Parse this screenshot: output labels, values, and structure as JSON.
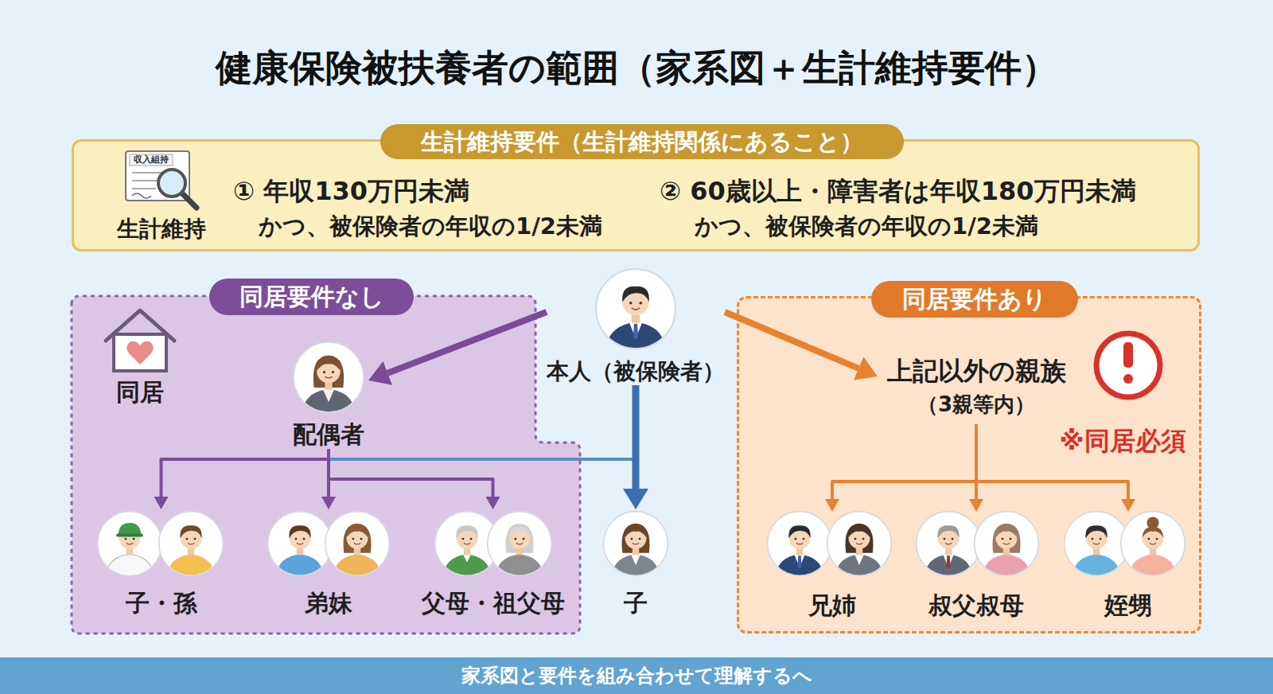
{
  "diagram": {
    "title": "健康保険被扶養者の範囲（家系図＋生計維持要件）",
    "caption": "家系図と要件を組み合わせて理解するへ",
    "nodes": [
      {
        "text": [
          "生計維持要件（生計維持関係にあること）",
          "生計維持",
          "① 年収130万円未満",
          "かつ、被保険者の年収の1/2未満",
          "② 60歳以上・障害者は年収180万円未満",
          "かつ、被保険者の年収の1/2未満"
        ]
      },
      {
        "text": [
          "同居要件なし",
          "同居"
        ]
      },
      {
        "text": [
          "配偶者"
        ],
        "in": 1
      },
      {
        "text": [
          "子・孫"
        ],
        "in": 1
      },
      {
        "text": [
          "弟妹"
        ],
        "in": 1
      },
      {
        "text": [
          "父母・祖父母"
        ],
        "in": 1
      },
      {
        "text": [
          "本人（被保険者）"
        ]
      },
      {
        "text": [
          "子"
        ]
      },
      {
        "text": [
          "同居要件あり",
          "※同居必須"
        ]
      },
      {
        "text": [
          "上記以外の親族",
          "（3親等内）"
        ],
        "in": 8
      },
      {
        "text": [
          "兄姉"
        ],
        "in": 8
      },
      {
        "text": [
          "叔父叔母"
        ],
        "in": 8
      },
      {
        "text": [
          "姪甥"
        ],
        "in": 8
      }
    ],
    "edges": [
      {
        "from": 6,
        "to": 2,
        "arrow": "to"
      },
      {
        "from": 6,
        "to": 9,
        "arrow": "to"
      },
      {
        "from": 6,
        "to": 7,
        "arrow": "to"
      },
      {
        "from": 2,
        "to": 3,
        "arrow": "to"
      },
      {
        "from": 2,
        "to": 4,
        "arrow": "to"
      },
      {
        "from": 2,
        "to": 5,
        "arrow": "to"
      },
      {
        "from": 9,
        "to": 10,
        "arrow": "to"
      },
      {
        "from": 9,
        "to": 11,
        "arrow": "to"
      },
      {
        "from": 9,
        "to": 12,
        "arrow": "to"
      }
    ],
    "labels": [
      "収入組持"
    ]
  }
}
